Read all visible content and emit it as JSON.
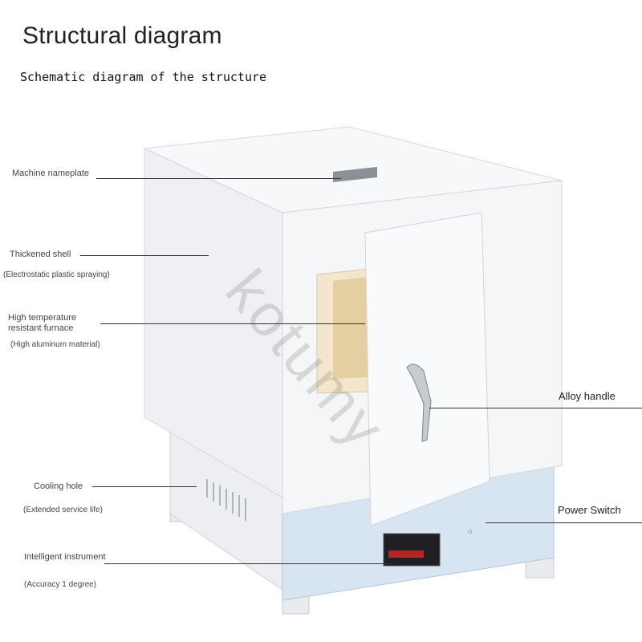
{
  "header": {
    "title": "Structural diagram",
    "subtitle": "Schematic diagram of the structure"
  },
  "watermark": "kotumy",
  "labels": {
    "nameplate": "Machine nameplate",
    "shell": "Thickened shell",
    "shell_note": "(Electrostatic plastic spraying)",
    "furnace_1": "High temperature",
    "furnace_2": "resistant furnace",
    "furnace_note": "(High aluminum material)",
    "cooling": "Cooling hole",
    "cooling_note": "(Extended service life)",
    "instrument": "Intelligent instrument",
    "instrument_note": "(Accuracy 1 degree)",
    "handle": "Alloy handle",
    "power": "Power Switch"
  },
  "colors": {
    "body": "#f2f4f6",
    "panel_blue": "#d7e4f1",
    "furnace": "#f3e6cc",
    "switch": "#d8252a"
  }
}
